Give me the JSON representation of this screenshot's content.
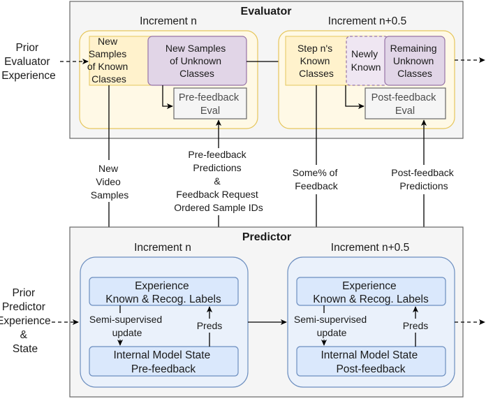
{
  "evaluator": {
    "title": "Evaluator",
    "increment_n": {
      "label": "Increment n",
      "known_samples": [
        "New",
        "Samples",
        "of Known",
        "Classes"
      ],
      "unknown_samples": [
        "New Samples",
        "of Unknown",
        "Classes"
      ],
      "eval": [
        "Pre-feedback",
        "Eval"
      ]
    },
    "increment_n05": {
      "label": "Increment n+0.5",
      "known_classes": [
        "Step n's",
        "Known",
        "Classes"
      ],
      "newly_known": [
        "Newly",
        "Known"
      ],
      "remaining_unknown": [
        "Remaining",
        "Unknown",
        "Classes"
      ],
      "eval": [
        "Post-feedback",
        "Eval"
      ]
    }
  },
  "predictor": {
    "title": "Predictor",
    "increment_n": {
      "label": "Increment n",
      "experience": [
        "Experience",
        "Known & Recog. Labels"
      ],
      "state": [
        "Internal Model State",
        "Pre-feedback"
      ],
      "update": [
        "Semi-supervised",
        "update"
      ],
      "preds": "Preds"
    },
    "increment_n05": {
      "label": "Increment n+0.5",
      "experience": [
        "Experience",
        "Known & Recog. Labels"
      ],
      "state": [
        "Internal Model State",
        "Post-feedback"
      ],
      "update": [
        "Semi-supervised",
        "update"
      ],
      "preds": "Preds"
    }
  },
  "prior_evaluator": [
    "Prior",
    "Evaluator",
    "Experience"
  ],
  "prior_predictor": [
    "Prior",
    "Predictor",
    "Experience",
    "&",
    "State"
  ],
  "flow_labels": {
    "new_video_samples": [
      "New",
      "Video",
      "Samples"
    ],
    "pre_feedback_predictions": [
      "Pre-feedback",
      "Predictions",
      "&",
      "Feedback Request",
      "Ordered Sample IDs"
    ],
    "some_feedback": [
      "Some% of",
      "Feedback"
    ],
    "post_feedback_predictions": [
      "Post-feedback",
      "Predictions"
    ]
  },
  "colors": {
    "panel_fill": "#f5f5f5",
    "panel_stroke": "#666666",
    "increment_fill": "#fff9e6",
    "increment_stroke": "#e6c65c",
    "known_fill": "#fff2cc",
    "unknown_fill": "#e1d5e7",
    "unknown_stroke": "#9673a6",
    "eval_fill": "#f5f5f5",
    "predictor_inc_fill": "#eaf1fb",
    "predictor_inc_stroke": "#6c8ebf",
    "predictor_box_fill": "#dae8fc"
  }
}
